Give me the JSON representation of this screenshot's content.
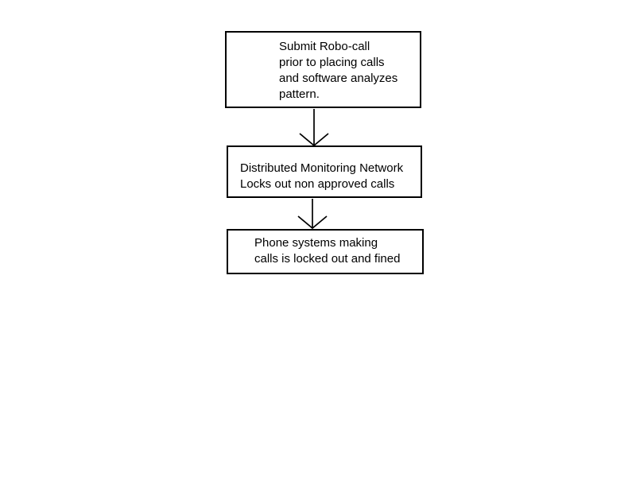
{
  "page": {
    "background_color": "#ffffff"
  },
  "flowchart": {
    "nodes": [
      {
        "id": "step-1",
        "text": "Submit Robo-call\nprior to placing calls\nand software analyzes\npattern."
      },
      {
        "id": "step-2",
        "text": "Distributed Monitoring Network\nLocks out non approved calls"
      },
      {
        "id": "step-3",
        "text": "Phone systems making\ncalls is locked out and fined"
      }
    ],
    "connectors": [
      {
        "from": "step-1",
        "to": "step-2",
        "direction": "down",
        "head": "open-arrow"
      },
      {
        "from": "step-2",
        "to": "step-3",
        "direction": "down",
        "head": "open-arrow"
      }
    ],
    "colors": {
      "node_border": "#000000",
      "node_fill": "#ffffff",
      "text": "#000000",
      "connector": "#000000"
    }
  }
}
